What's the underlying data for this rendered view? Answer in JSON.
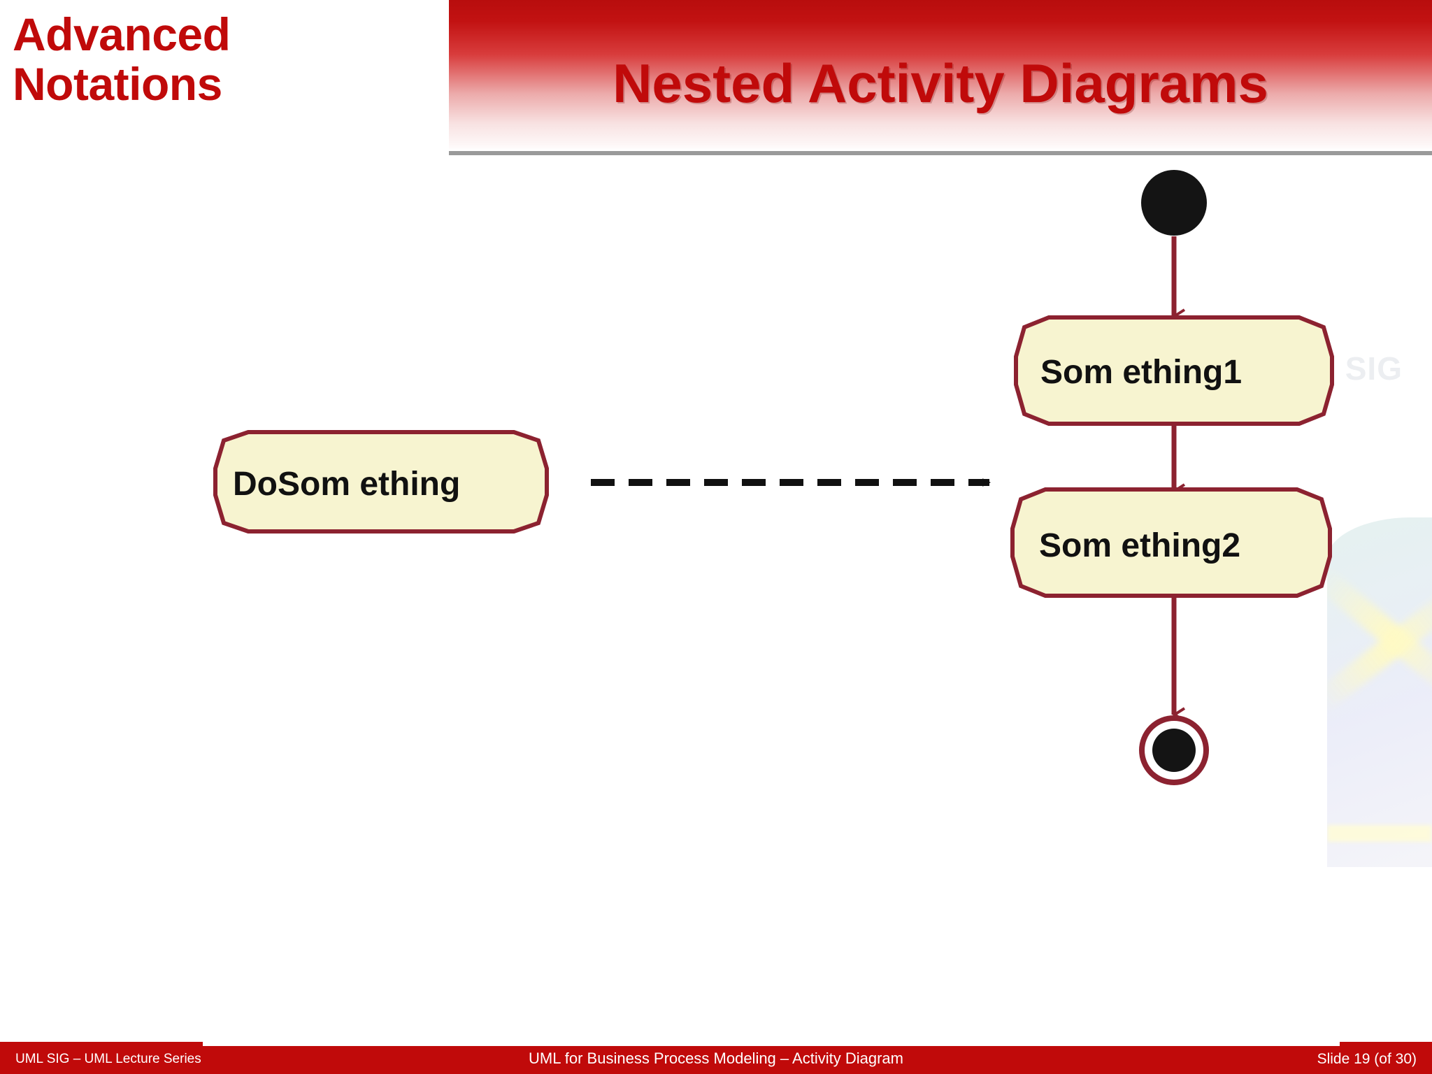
{
  "slide": {
    "kicker_line1": "Advanced",
    "kicker_line2": "Notations",
    "title": "Nested Activity Diagrams",
    "watermark": "SIG",
    "accent_red": "#c00a0a",
    "banner_red": "#b80d0d",
    "node_fill": "#f7f4d0",
    "node_border": "#8c2230",
    "flow_color": "#8c2230",
    "dependency_color": "#111111"
  },
  "diagram": {
    "type": "uml-activity-diagram",
    "outer_node": {
      "id": "dosomething",
      "label": "DoSom ething",
      "shape": "rounded-activity"
    },
    "dependency": {
      "from": "dosomething",
      "to": "nested-diagram",
      "style": "dashed",
      "arrowhead": "filled-triangle"
    },
    "nested": {
      "initial_node": {
        "type": "initial",
        "shape": "filled-circle"
      },
      "activities": [
        {
          "id": "something1",
          "label": "Som ething1",
          "shape": "rounded-activity"
        },
        {
          "id": "something2",
          "label": "Som ething2",
          "shape": "rounded-activity"
        }
      ],
      "final_node": {
        "type": "final",
        "shape": "circle-in-ring"
      },
      "transitions": [
        {
          "from": "initial_node",
          "to": "something1",
          "style": "solid",
          "arrowhead": "open-v"
        },
        {
          "from": "something1",
          "to": "something2",
          "style": "solid",
          "arrowhead": "open-v"
        },
        {
          "from": "something2",
          "to": "final_node",
          "style": "solid",
          "arrowhead": "open-v"
        }
      ]
    }
  },
  "footer": {
    "left": "UML SIG – UML Lecture Series",
    "center": "UML for Business Process Modeling – Activity Diagram",
    "right": "Slide  19 (of  30)"
  }
}
